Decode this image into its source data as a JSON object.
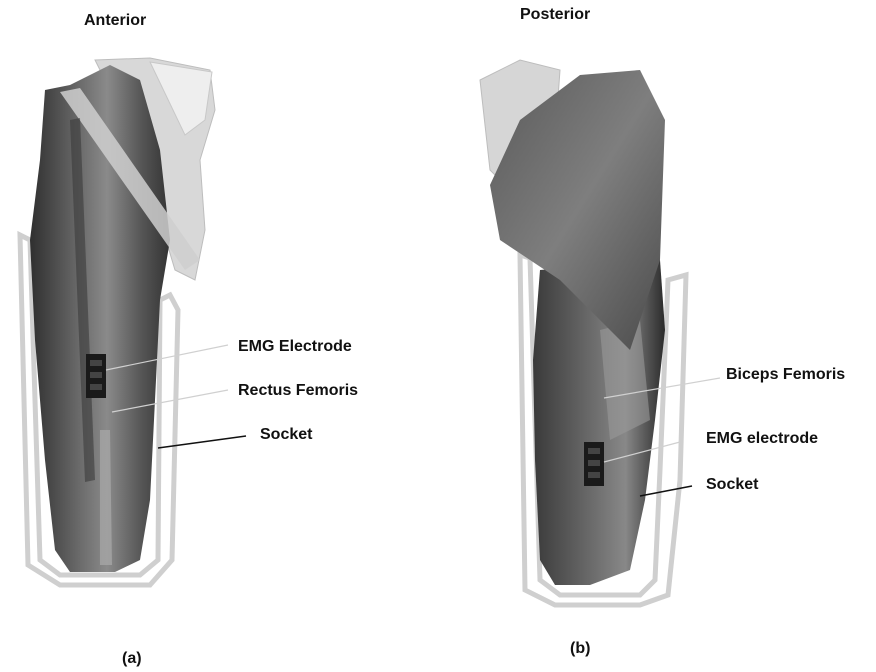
{
  "panel_a": {
    "title": "Anterior",
    "caption": "(a)",
    "labels": {
      "emg": "EMG Electrode",
      "muscle": "Rectus Femoris",
      "socket": "Socket"
    }
  },
  "panel_b": {
    "title": "Posterior",
    "caption": "(b)",
    "labels": {
      "muscle": "Biceps Femoris",
      "emg": "EMG electrode",
      "socket": "Socket"
    }
  }
}
